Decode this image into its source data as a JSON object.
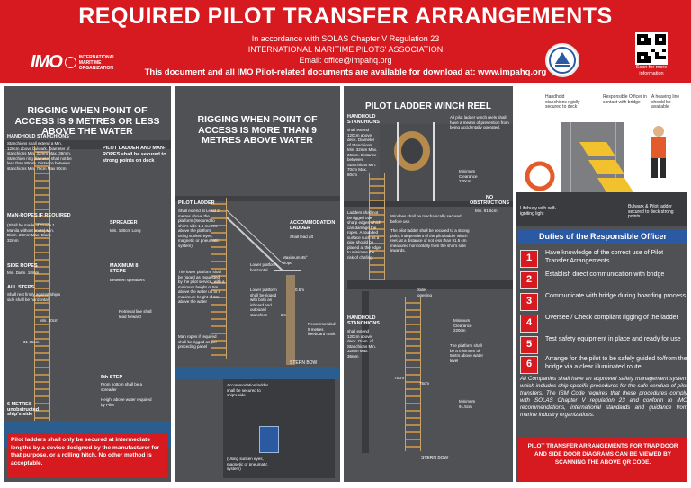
{
  "header": {
    "title": "REQUIRED PILOT TRANSFER ARRANGEMENTS",
    "line1": "In accordance with SOLAS Chapter V Regulation 23",
    "line2": "INTERNATIONAL MARITIME PILOTS' ASSOCIATION",
    "line3": "Email: office@impahq.org",
    "line4": "This document and all IMO Pilot-related documents are available for download at: www.impahq.org",
    "imo_mark": "IMO",
    "imo_text": "INTERNATIONAL MARITIME ORGANIZATION",
    "qr_text": "Scan for more information"
  },
  "panel1": {
    "title": "RIGGING WHEN POINT OF ACCESS IS 9 METRES OR LESS ABOVE THE WATER",
    "handhold": "HANDHOLD STANCHIONS",
    "handhold_desc": "Stanchions shall extend a Min. 120cm above bulwark. Diameter of stanchions Min. 32mm Max. 36mm. Stanchion ring diameter shall not be less than 80mm. Distance between stanchions Min. 70cm Max 80cm.",
    "pilot_ladder": "PILOT LADDER AND MAN-ROPES shall be secured to strong points on deck",
    "manropes": "MAN-ROPES IF REQUIRED",
    "manropes_desc": "(Shall be made of Grade 1 Manila without knots) Min. Diam. 28mm Max. Diam. 32mm",
    "spreader": "SPREADER",
    "spreader_desc": "Min. 180cm Long",
    "side_ropes": "SIDE ROPES",
    "side_ropes_desc": "Min. Diam. 18mm",
    "all_steps": "ALL STEPS",
    "all_steps_desc": "Shall rest firmly against ship's side shall be horizontal",
    "maximum": "MAXIMUM 8 STEPS",
    "maximum_desc": "Between spreaders",
    "min40": "Min. 40cm",
    "dist": "31-35cm",
    "retrieval": "Retrieval line shall lead forward",
    "fifth_step": "5th STEP",
    "fifth_step_desc": "From bottom shall be a spreader",
    "six_metres": "6 METRES unobstructed ship's side",
    "height_water": "Height above water required by Pilot",
    "warning": "Pilot ladders shall only be secured at intermediate lengths by a device designed by the manufacturer for that purpose, or a rolling hitch. No other method is acceptable."
  },
  "panel2": {
    "title": "RIGGING WHEN POINT OF ACCESS IS MORE THAN 9 METRES ABOVE WATER",
    "pilot_ladder": "PILOT LADDER",
    "pilot_ladder_desc": "Shall extend at Least 2 metres above the platform (Secured to ship's side 1.5 metres above the platform using sunken eyes, magnetic or pneumatic system)",
    "lower_platform": "The lower platform shall be rigged as requested by the pilot service, with a minimum height of 5m above the water up to a maximum height of 9m above the water",
    "man_ropes": "Man ropes if required shall be rigged as per preceding panel",
    "accommodation": "ACCOMMODATION LADDER",
    "accommodation_desc": "Shall lead aft",
    "maximum_slope": "Maximum 45° slope",
    "lower_platform_h": "Lower platform horizontal",
    "lower_platform_stanchion": "Lower platform shall be rigged with both an inboard and outboard stanchion",
    "d05": "0.5m",
    "d2m": "2m",
    "recommended": "Recommended 9 metres freeboard mark",
    "stern_bow": "STERN  BOW",
    "inset1": "Accommodation ladder shall be secured to ship's side",
    "inset2": "(Using sunken eyes, magnetic or pneumatic system)"
  },
  "panel3": {
    "title": "PILOT LADDER WINCH REEL",
    "handhold": "HANDHOLD STANCHIONS",
    "handhold_desc": "shall extend 120cm above deck. Diameter of Stanchions Min. 32mm Max. 36mm. Distance between Stanchions Min. 70cm Max. 80cm",
    "winch_reel": "All pilot ladder winch reels shall have a means of prevention from being accidentally operated.",
    "min_clearance": "Minimum Clearance 220cm",
    "no_obstructions": "NO OBSTRUCTIONS",
    "min_915": "Min. 91.5cm",
    "ladders_note": "Ladders shall not be rigged over sharp edges which can damage the ropes. A rounded surface such as a pipe should be placed at the edge to minimise the risk of chafing.",
    "winches_note": "Winches shall be mechanically secured before use.",
    "pilot_ladder_note": "The pilot ladder shall be secured to a strong point, independent of the pilot ladder winch reel, at a distance of not less than 91.5 cm measured horizontally from the ship's side inwards.",
    "side_opening": "Side opening",
    "handhold2": "HANDHOLD STANCHIONS",
    "handhold2_desc": "shall extend 120cm above deck. Diam. of Stanchions Min. 32mm Max. 36mm",
    "min_clearance2": "Minimum Clearance 220cm",
    "platform": "The platform shall be a minimum of 5mtrs above water level",
    "d75": "75cm",
    "d75b": "75cm",
    "min_915b": "Minimum 91.5cm",
    "stern_bow": "STERN  BOW"
  },
  "panel4": {
    "handhold": "Handhold stanchions rigidly secured to deck",
    "officer": "Responsible Officer in contact with bridge",
    "heaving": "A heaving line should be available",
    "lifebuoy": "Lifebuoy with self-igniting light",
    "bulwark": "Bulwark & Pilot ladder secured to deck strong points"
  },
  "duties": {
    "title": "Duties of the Responsible Officer",
    "items": [
      {
        "num": "1",
        "text": "Have knowledge of the correct use of Pilot Transfer Arrangements"
      },
      {
        "num": "2",
        "text": "Establish direct communication with bridge"
      },
      {
        "num": "3",
        "text": "Communicate with bridge during boarding process"
      },
      {
        "num": "4",
        "text": "Oversee / Check compliant rigging of the ladder"
      },
      {
        "num": "5",
        "text": "Test safety equipment in place and ready for use"
      },
      {
        "num": "6",
        "text": "Arrange for the pilot to be safely guided to/from the bridge via a clear illuminated route"
      }
    ],
    "note": "All Companies shall have an approved safety management system which includes ship-specific procedures for the safe conduct of pilot transfers. The ISM Code requires that these procedures comply with SOLAS Chapter V regulation 23 and conform to IMO recommendations, international standards and guidance from marine industry organizations.",
    "footer": "PILOT TRANSFER ARRANGEMENTS FOR TRAP DOOR AND SIDE DOOR DIAGRAMS CAN BE VIEWED BY SCANNING THE ABOVE QR CODE."
  },
  "colors": {
    "red": "#d71920",
    "panel": "#505155",
    "blue": "#2b5aa3",
    "water": "#2c5d8f"
  }
}
